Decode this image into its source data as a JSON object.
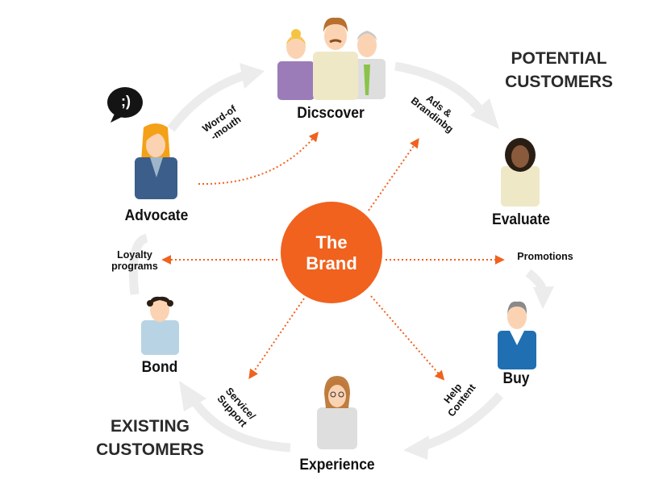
{
  "center": {
    "line1": "The",
    "line2": "Brand",
    "color": "#f0621e"
  },
  "stages": {
    "discover": "Dicscover",
    "evaluate": "Evaluate",
    "buy": "Buy",
    "experience": "Experience",
    "bond": "Bond",
    "advocate": "Advocate"
  },
  "touchpoints": {
    "word_of_mouth": [
      "Word-of",
      "-mouth"
    ],
    "ads": [
      "Ads &",
      "Brandinbg"
    ],
    "promotions": "Promotions",
    "help": [
      "Help",
      "Content"
    ],
    "service": [
      "Service/",
      "Support"
    ],
    "loyalty": [
      "Loyalty",
      "programs"
    ]
  },
  "groups": {
    "potential": [
      "POTENTIAL",
      "CUSTOMERS"
    ],
    "existing": [
      "EXISTING",
      "CUSTOMERS"
    ]
  },
  "speech_bubble": ";)",
  "colors": {
    "orange": "#f0621e",
    "cycle_arrow": "#ececec",
    "skin": "#fbd3b3",
    "purple": "#9b7bb8",
    "cream": "#eee8c6",
    "light_gray": "#dedede",
    "navy": "#3b5f8a",
    "blue": "#1f6fb2",
    "light_blue": "#b8d4e4"
  }
}
